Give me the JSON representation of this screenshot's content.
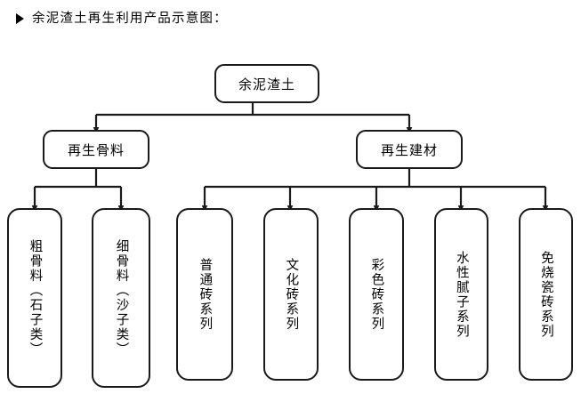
{
  "header": {
    "bullet_icon": "triangle-right-icon",
    "text": "余泥渣土再生利用产品示意图："
  },
  "diagram": {
    "type": "tree-flowchart",
    "orientation": "top-down",
    "colors": {
      "line": "#1a1a1a",
      "box_border": "#1a1a1a",
      "box_fill": "#ffffff",
      "text": "#000000",
      "page_background": "#ffffff"
    },
    "root": {
      "id": "root",
      "label": "余泥渣土",
      "orientation": "horizontal"
    },
    "level2": [
      {
        "id": "recycled-aggregate",
        "label": "再生骨料",
        "orientation": "horizontal"
      },
      {
        "id": "recycled-building-material",
        "label": "再生建材",
        "orientation": "horizontal"
      }
    ],
    "leaves": [
      {
        "id": "coarse-aggregate",
        "parent": "recycled-aggregate",
        "label": "粗骨料（石子类）",
        "orientation": "vertical"
      },
      {
        "id": "fine-aggregate",
        "parent": "recycled-aggregate",
        "label": "细骨料（沙子类）",
        "orientation": "vertical"
      },
      {
        "id": "ordinary-brick-series",
        "parent": "recycled-building-material",
        "label": "普通砖系列",
        "orientation": "vertical"
      },
      {
        "id": "culture-brick-series",
        "parent": "recycled-building-material",
        "label": "文化砖系列",
        "orientation": "vertical"
      },
      {
        "id": "color-brick-series",
        "parent": "recycled-building-material",
        "label": "彩色砖系列",
        "orientation": "vertical"
      },
      {
        "id": "water-based-putty-series",
        "parent": "recycled-building-material",
        "label": "水性腻子系列",
        "orientation": "vertical"
      },
      {
        "id": "unfired-ceramic-tile-series",
        "parent": "recycled-building-material",
        "label": "免烧瓷砖系列",
        "orientation": "vertical"
      }
    ]
  }
}
